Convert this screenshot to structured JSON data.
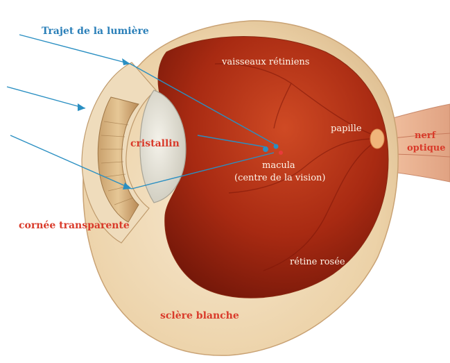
{
  "labels": {
    "light_path": "Trajet de la lumière",
    "retinal_vessels": "vaisseaux rétiniens",
    "papilla": "papille",
    "optic_nerve_line1": "nerf",
    "optic_nerve_line2": "optique",
    "lens": "cristallin",
    "macula_line1": "macula",
    "macula_line2": "(centre de la vision)",
    "cornea": "cornée transparente",
    "retina": "rétine rosée",
    "sclera": "sclère blanche"
  },
  "colors": {
    "light_ray": "#2a8fc2",
    "light_label": "#2a7fb8",
    "red_label": "#d93a2a",
    "white_label": "#fff6ea",
    "retina_light": "#c0391a",
    "retina_dark": "#6e1508",
    "sclera": "#f0d9b4",
    "nerve": "#e8b090"
  }
}
